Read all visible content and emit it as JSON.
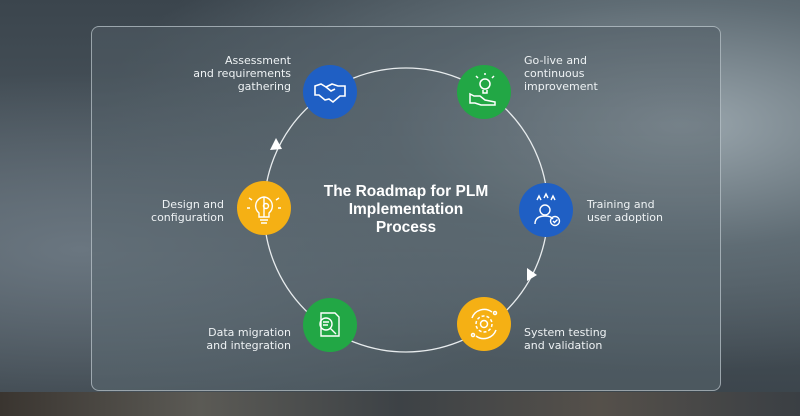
{
  "title": "The Roadmap for PLM Implementation Process",
  "colors": {
    "blue": "#1f5fc4",
    "green": "#22a745",
    "yellow": "#f5b014"
  },
  "steps": [
    {
      "label": "Assessment and requirements gathering",
      "icon": "handshake-icon",
      "color": "blue"
    },
    {
      "label": "Go-live and continuous improvement",
      "icon": "hand-lightbulb-icon",
      "color": "green"
    },
    {
      "label": "Training and user adoption",
      "icon": "user-stars-icon",
      "color": "blue"
    },
    {
      "label": "System testing and validation",
      "icon": "gear-cycle-icon",
      "color": "yellow"
    },
    {
      "label": "Data migration and integration",
      "icon": "document-search-icon",
      "color": "green"
    },
    {
      "label": "Design and configuration",
      "icon": "lightbulb-gear-icon",
      "color": "yellow"
    }
  ],
  "lines": {
    "s0": [
      "Assessment",
      "and requirements",
      "gathering"
    ],
    "s1": [
      "Go-live and",
      "continuous",
      "improvement"
    ],
    "s2": [
      "Training and",
      "user adoption"
    ],
    "s3": [
      "System testing",
      "and validation"
    ],
    "s4": [
      "Data migration",
      "and integration"
    ],
    "s5": [
      "Design and",
      "configuration"
    ]
  },
  "title_lines": [
    "The Roadmap for PLM",
    "Implementation",
    "Process"
  ]
}
